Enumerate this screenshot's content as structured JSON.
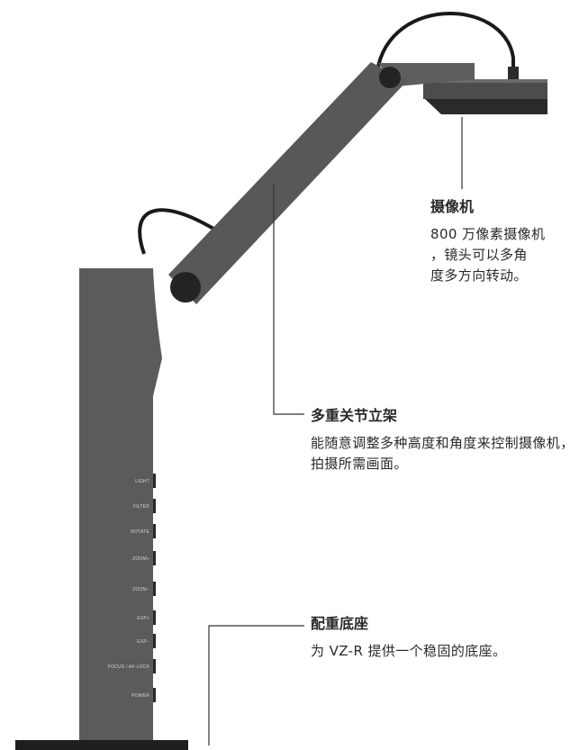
{
  "callouts": {
    "camera": {
      "title": "摄像机",
      "desc_lines": [
        "800 万像素摄像机",
        "，镜头可以多角",
        "度多方向转动。"
      ]
    },
    "arm": {
      "title": "多重关节立架",
      "desc": "能随意调整多种高度和角度来控制摄像机，拍摄所需画面。"
    },
    "base": {
      "title": "配重底座",
      "desc": "为 VZ-R 提供一个稳固的底座。"
    }
  },
  "buttons": [
    "LIGHT",
    "FILTER",
    "ROTATE",
    "ZOOM+",
    "ZOOM−",
    "EXP+",
    "EXP−",
    "FOCUS / AF-LOCK",
    "POWER"
  ],
  "colors": {
    "body": "#5b5b5b",
    "arm": "#585858",
    "joint": "#232323",
    "base_plate": "#1e1e1e",
    "camera_head": "#454545",
    "cable": "#1a1a1a",
    "leader_line": "#333333",
    "text": "#2a2a2a"
  }
}
